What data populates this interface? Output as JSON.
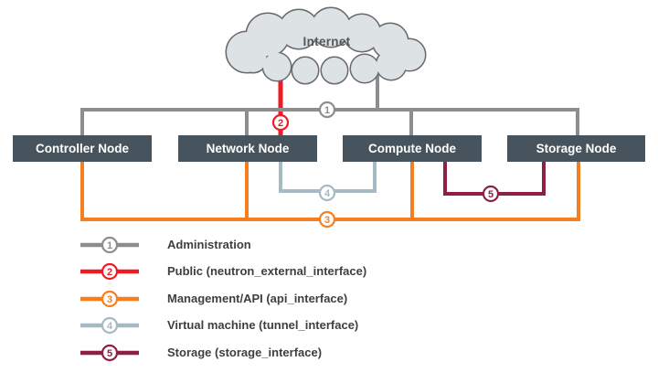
{
  "colors": {
    "administration": "#8b8d8f",
    "public": "#ed1c24",
    "management": "#f57f20",
    "virtual_machine": "#a5bac3",
    "storage": "#8e2045",
    "node_fill": "#47545d",
    "node_text": "#ffffff",
    "cloud_fill": "#dde2e5",
    "cloud_stroke": "#696a6c",
    "cloud_text": "#55575a",
    "legend_text": "#3e3f41",
    "background": "#ffffff"
  },
  "cloud": {
    "label": "Internet"
  },
  "nodes": [
    {
      "label": "Controller Node"
    },
    {
      "label": "Network Node"
    },
    {
      "label": "Compute Node"
    },
    {
      "label": "Storage Node"
    }
  ],
  "networks": [
    {
      "num": "1",
      "label": "Administration"
    },
    {
      "num": "2",
      "label": "Public (neutron_external_interface)"
    },
    {
      "num": "3",
      "label": "Management/API (api_interface)"
    },
    {
      "num": "4",
      "label": "Virtual machine (tunnel_interface)"
    },
    {
      "num": "5",
      "label": "Storage (storage_interface)"
    }
  ]
}
